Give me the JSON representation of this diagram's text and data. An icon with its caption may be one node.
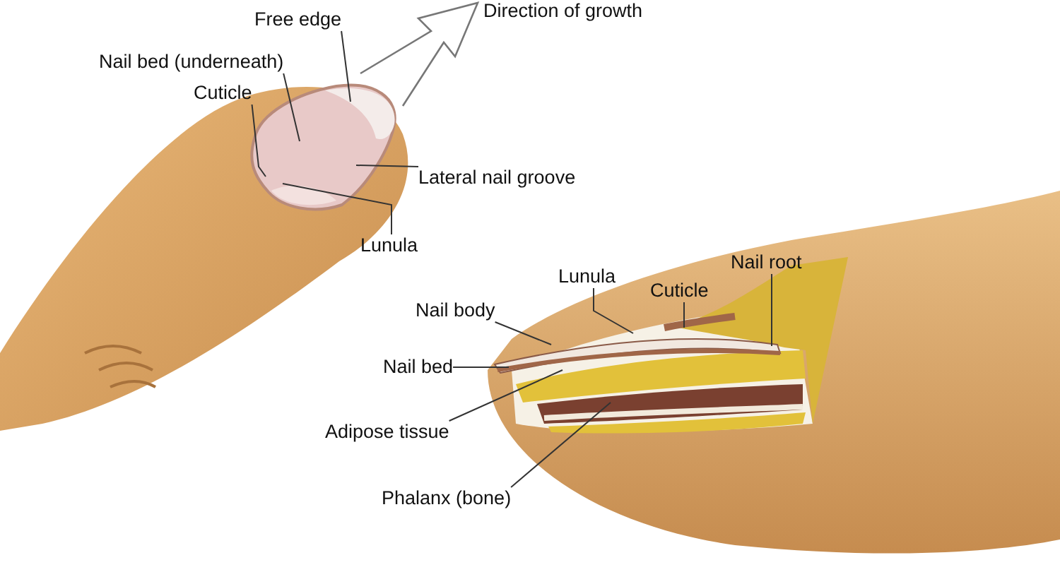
{
  "diagram": {
    "nodes": [
      {
        "text": [
          "Free edge"
        ]
      },
      {
        "text": [
          "Nail bed (underneath)"
        ]
      },
      {
        "text": [
          "Cuticle"
        ]
      },
      {
        "text": [
          "Lateral nail groove"
        ]
      },
      {
        "text": [
          "Lunula"
        ]
      },
      {
        "text": [
          "Lunula"
        ]
      },
      {
        "text": [
          "Cuticle"
        ]
      },
      {
        "text": [
          "Nail root"
        ]
      },
      {
        "text": [
          "Nail body"
        ]
      },
      {
        "text": [
          "Nail bed"
        ]
      },
      {
        "text": [
          "Adipose tissue"
        ]
      },
      {
        "text": [
          "Phalanx (bone)"
        ]
      }
    ],
    "edges": [
      {
        "from": 0,
        "to": null,
        "arrow": "none"
      },
      {
        "from": 1,
        "to": null,
        "arrow": "none"
      },
      {
        "from": 2,
        "to": null,
        "arrow": "none"
      },
      {
        "from": 3,
        "to": null,
        "arrow": "none"
      },
      {
        "from": 4,
        "to": null,
        "arrow": "none"
      },
      {
        "from": 5,
        "to": null,
        "arrow": "none"
      },
      {
        "from": 6,
        "to": null,
        "arrow": "none"
      },
      {
        "from": 7,
        "to": null,
        "arrow": "none"
      },
      {
        "from": 8,
        "to": null,
        "arrow": "none"
      },
      {
        "from": 9,
        "to": null,
        "arrow": "none"
      },
      {
        "from": 10,
        "to": null,
        "arrow": "none"
      },
      {
        "from": 11,
        "to": null,
        "arrow": "none"
      }
    ],
    "labels": [
      "Direction of growth"
    ]
  }
}
